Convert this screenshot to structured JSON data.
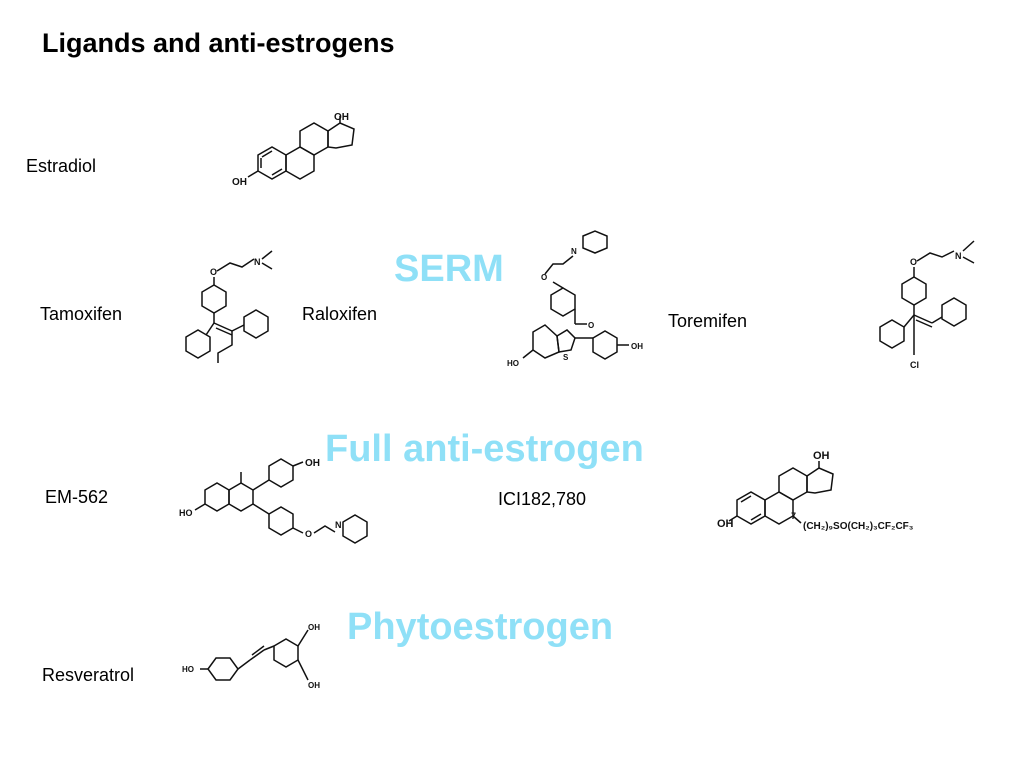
{
  "title": "Ligands and anti-estrogens",
  "categories": {
    "serm": "SERM",
    "full": "Full anti-estrogen",
    "phyto": "Phytoestrogen"
  },
  "compounds": {
    "estradiol": {
      "name": "Estradiol",
      "oh_top": "OH",
      "oh_left": "OH"
    },
    "tamoxifen": {
      "name": "Tamoxifen",
      "o": "O",
      "n": "N"
    },
    "raloxifen": {
      "name": "Raloxifen",
      "o": "O",
      "n": "N",
      "ho": "HO",
      "oh": "OH",
      "s": "S"
    },
    "toremifen": {
      "name": "Toremifen",
      "o": "O",
      "n": "N",
      "cl": "Cl"
    },
    "em562": {
      "name": "EM-562",
      "oh": "OH",
      "ho": "HO",
      "o": "O",
      "n": "N"
    },
    "ici": {
      "name": "ICI182,780",
      "oh_top": "OH",
      "oh_left": "OH",
      "locant": "7",
      "chain": "(CH₂)₉SO(CH₂)₃CF₂CF₃"
    },
    "resveratrol": {
      "name": "Resveratrol",
      "ho": "HO",
      "oh1": "OH",
      "oh2": "OH"
    }
  }
}
